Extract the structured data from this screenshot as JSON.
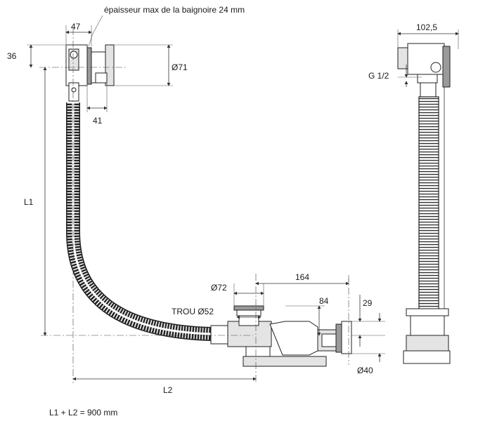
{
  "labels": {
    "tub_thickness": "épaisseur max de la baignoire 24 mm",
    "dim_47": "47",
    "dim_36": "36",
    "dim_71": "Ø71",
    "dim_41": "41",
    "dim_L1": "L1",
    "dim_L2": "L2",
    "dim_72": "Ø72",
    "trou_52": "TROU Ø52",
    "dim_164": "164",
    "dim_84": "84",
    "dim_29": "29",
    "dim_40": "Ø40",
    "dim_1025": "102,5",
    "dim_g12": "G 1/2",
    "formula": "L1 + L2 = 900 mm"
  }
}
